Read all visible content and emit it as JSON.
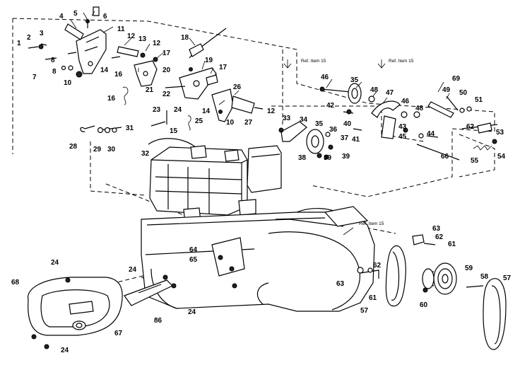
{
  "diagram": {
    "callouts": [
      {
        "id": "c1",
        "text": "1"
      },
      {
        "id": "c2",
        "text": "2"
      },
      {
        "id": "c3",
        "text": "3"
      },
      {
        "id": "c4",
        "text": "4"
      },
      {
        "id": "c5",
        "text": "5"
      },
      {
        "id": "c6",
        "text": "6"
      },
      {
        "id": "c7",
        "text": "7"
      },
      {
        "id": "c8a",
        "text": "8"
      },
      {
        "id": "c8b",
        "text": "8"
      },
      {
        "id": "c10a",
        "text": "10"
      },
      {
        "id": "c11",
        "text": "11"
      },
      {
        "id": "c12a",
        "text": "12"
      },
      {
        "id": "c13",
        "text": "13"
      },
      {
        "id": "c12b",
        "text": "12"
      },
      {
        "id": "c17a",
        "text": "17"
      },
      {
        "id": "c14a",
        "text": "14"
      },
      {
        "id": "c16a",
        "text": "16"
      },
      {
        "id": "c20",
        "text": "20"
      },
      {
        "id": "c18",
        "text": "18"
      },
      {
        "id": "c19",
        "text": "19"
      },
      {
        "id": "c17b",
        "text": "17"
      },
      {
        "id": "c21",
        "text": "21"
      },
      {
        "id": "c22",
        "text": "22"
      },
      {
        "id": "c16b",
        "text": "16"
      },
      {
        "id": "c26",
        "text": "26"
      },
      {
        "id": "c14b",
        "text": "14"
      },
      {
        "id": "c23",
        "text": "23"
      },
      {
        "id": "c24a",
        "text": "24"
      },
      {
        "id": "c15",
        "text": "15"
      },
      {
        "id": "c25",
        "text": "25"
      },
      {
        "id": "c10b",
        "text": "10"
      },
      {
        "id": "c27",
        "text": "27"
      },
      {
        "id": "c12c",
        "text": "12"
      },
      {
        "id": "c28",
        "text": "28"
      },
      {
        "id": "c29",
        "text": "29"
      },
      {
        "id": "c30",
        "text": "30"
      },
      {
        "id": "c31",
        "text": "31"
      },
      {
        "id": "c32",
        "text": "32"
      },
      {
        "id": "c46",
        "text": "46"
      },
      {
        "id": "c35a",
        "text": "35"
      },
      {
        "id": "c48a",
        "text": "48"
      },
      {
        "id": "c47",
        "text": "47"
      },
      {
        "id": "c49",
        "text": "49"
      },
      {
        "id": "c69",
        "text": "69"
      },
      {
        "id": "c50",
        "text": "50"
      },
      {
        "id": "c51",
        "text": "51"
      },
      {
        "id": "c42",
        "text": "42"
      },
      {
        "id": "c46b",
        "text": "46"
      },
      {
        "id": "c48b",
        "text": "48"
      },
      {
        "id": "c33",
        "text": "33"
      },
      {
        "id": "c34",
        "text": "34"
      },
      {
        "id": "c35b",
        "text": "35"
      },
      {
        "id": "c36",
        "text": "36"
      },
      {
        "id": "c40",
        "text": "40"
      },
      {
        "id": "c37",
        "text": "37"
      },
      {
        "id": "c41",
        "text": "41"
      },
      {
        "id": "c43",
        "text": "43"
      },
      {
        "id": "c45",
        "text": "45"
      },
      {
        "id": "c44",
        "text": "44"
      },
      {
        "id": "c38",
        "text": "38"
      },
      {
        "id": "c39a",
        "text": "39"
      },
      {
        "id": "c39b",
        "text": "39"
      },
      {
        "id": "c66",
        "text": "66"
      },
      {
        "id": "c62a",
        "text": "62"
      },
      {
        "id": "c53",
        "text": "53"
      },
      {
        "id": "c55",
        "text": "55"
      },
      {
        "id": "c54",
        "text": "54"
      },
      {
        "id": "c63a",
        "text": "63"
      },
      {
        "id": "c62b",
        "text": "62"
      },
      {
        "id": "c61a",
        "text": "61"
      },
      {
        "id": "c64",
        "text": "64"
      },
      {
        "id": "c65",
        "text": "65"
      },
      {
        "id": "c62c",
        "text": "62"
      },
      {
        "id": "c59",
        "text": "59"
      },
      {
        "id": "c58",
        "text": "58"
      },
      {
        "id": "c57a",
        "text": "57"
      },
      {
        "id": "c63b",
        "text": "63"
      },
      {
        "id": "c60",
        "text": "60"
      },
      {
        "id": "c61b",
        "text": "61"
      },
      {
        "id": "c57b",
        "text": "57"
      },
      {
        "id": "c24b",
        "text": "24"
      },
      {
        "id": "c68",
        "text": "68"
      },
      {
        "id": "c24c",
        "text": "24"
      },
      {
        "id": "c24d",
        "text": "24"
      },
      {
        "id": "c67",
        "text": "67"
      },
      {
        "id": "c86",
        "text": "86"
      },
      {
        "id": "c24e",
        "text": "24"
      }
    ],
    "references": [
      {
        "id": "r1",
        "text": "Ref. Item 15"
      },
      {
        "id": "r2",
        "text": "Ref. Item 15"
      },
      {
        "id": "r3",
        "text": "Ref. Item 15"
      }
    ]
  }
}
